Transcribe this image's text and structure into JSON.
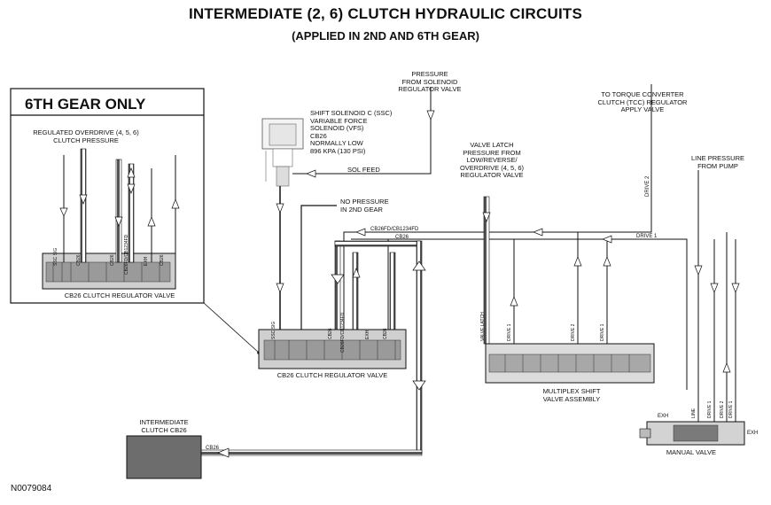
{
  "title": "INTERMEDIATE (2, 6) CLUTCH HYDRAULIC CIRCUITS",
  "subtitle": "(APPLIED IN 2ND AND 6TH GEAR)",
  "inset": {
    "heading": "6TH GEAR ONLY",
    "regulated_label": "REGULATED OVERDRIVE (4, 5, 6)\nCLUTCH PRESSURE",
    "valve_label": "CB26 CLUTCH REGULATOR VALVE",
    "port_labels": [
      "SSC SIG",
      "CB26",
      "CB26",
      "CB26FD/CB1234FD",
      "EXH",
      "CB26"
    ]
  },
  "labels": {
    "pressure_solenoid": "PRESSURE\nFROM SOLENOID\nREGULATOR VALVE",
    "shift_solenoid": "SHIFT SOLENOID C (SSC)\nVARIABLE FORCE\nSOLENOID (VFS)\nCB26\nNORMALLY LOW\n896 kPa (130 psi)",
    "sol_feed": "SOL FEED",
    "tcc": "TO TORQUE CONVERTER\nCLUTCH (TCC) REGULATOR\nAPPLY VALVE",
    "valve_latch": "VALVE LATCH\nPRESSURE FROM\nLOW/REVERSE/\nOVERDRIVE (4, 5, 6)\nREGULATOR VALVE",
    "line_pressure": "LINE PRESSURE\nFROM PUMP",
    "no_pressure": "NO PRESSURE\nIN 2ND GEAR",
    "cb26fd": "CB26FD/CB1234FD",
    "cb26_top": "CB26",
    "drive1": "DRIVE 1",
    "drive2": "DRIVE 2",
    "cb26_valve": "CB26 CLUTCH REGULATOR VALVE",
    "multiplex": "MULTIPLEX SHIFT\nVALVE ASSEMBLY",
    "intermediate_clutch": "INTERMEDIATE\nCLUTCH CB26",
    "cb26_bottom": "CB26",
    "manual_valve": "MANUAL VALVE",
    "exh": "EXH",
    "exh2": "EXH",
    "figure_code": "N0079084"
  },
  "port_labels": {
    "main_valve": [
      "SSC SIG",
      "CB26",
      "CB26FD/CB1234FD",
      "EXH",
      "CB26"
    ],
    "multiplex": [
      "VALVE LATCH",
      "DRIVE 1",
      "DRIVE 2",
      "DRIVE 1"
    ],
    "manual": [
      "LINE",
      "DRIVE 1",
      "DRIVE 2",
      "DRIVE 1"
    ]
  },
  "colors": {
    "line": "#111111",
    "pressure_hatch": "#bdbdbd",
    "clutch_fill": "#6d6d6d",
    "valve_fill": "#a8a8a8"
  }
}
